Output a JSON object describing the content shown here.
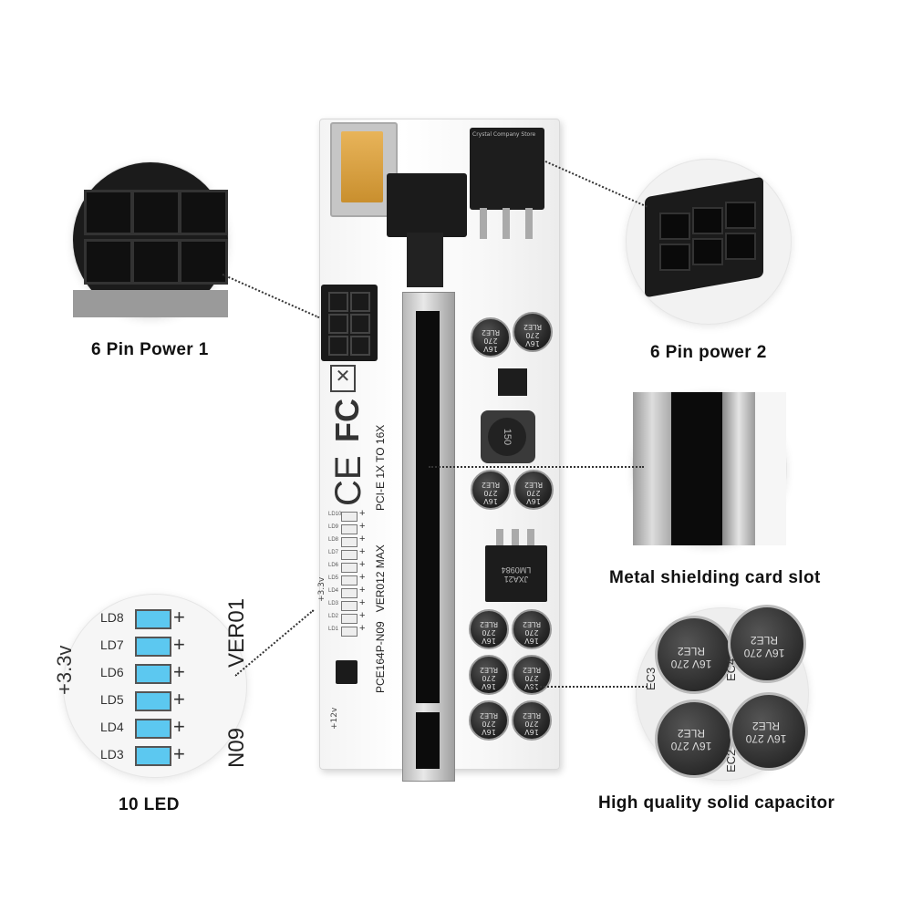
{
  "labels": {
    "pin1": "6 Pin Power 1",
    "pin2": "6 Pin power 2",
    "slot": "Metal shielding card slot",
    "led": "10 LED",
    "capacitor": "High quality solid capacitor"
  },
  "board_text": {
    "model": "PCE164P-N09",
    "version": "VER012 MAX",
    "spec": "PCI-E 1X TO 16X",
    "chip": "JXA21 LM0984",
    "inductor": "150",
    "voltage": "+3.3v",
    "plus12": "+12v",
    "store": "Crystal Company Store",
    "fcc": "FC",
    "ce": "CE"
  },
  "capacitor_text": "16V 270 RLE2",
  "led_zoom": {
    "voltage": "+3.3v",
    "model_fragment": "VER01",
    "model_fragment2": "N09",
    "rows": [
      "LD8",
      "LD7",
      "LD6",
      "LD5",
      "LD4",
      "LD3"
    ]
  },
  "cap_zoom_labels": [
    "EC3",
    "EC4",
    "EC2"
  ],
  "board_leds": [
    "LD10",
    "LD9",
    "LD8",
    "LD7",
    "LD6",
    "LD5",
    "LD4",
    "LD3",
    "LD2",
    "LD1"
  ],
  "colors": {
    "led": "#5cc8f0",
    "connector": "#1a1a1a",
    "usb": "#d9a441"
  }
}
